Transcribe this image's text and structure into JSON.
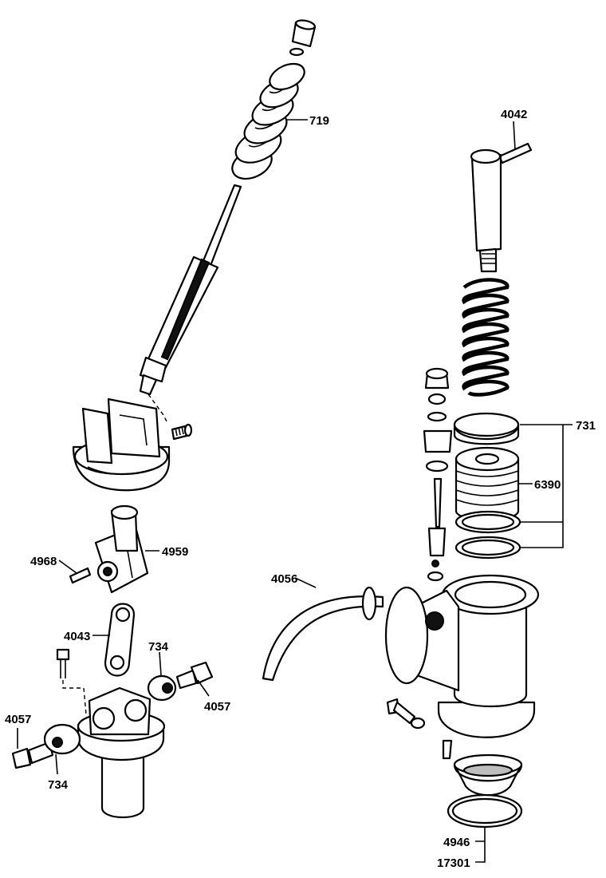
{
  "labels": {
    "719": "719",
    "4042": "4042",
    "731": "731",
    "6390": "6390",
    "4959": "4959",
    "4968": "4968",
    "4056": "4056",
    "4043": "4043",
    "734_right": "734",
    "4057_right": "4057",
    "4057_left": "4057",
    "734_left": "734",
    "4946": "4946",
    "17301": "17301"
  }
}
